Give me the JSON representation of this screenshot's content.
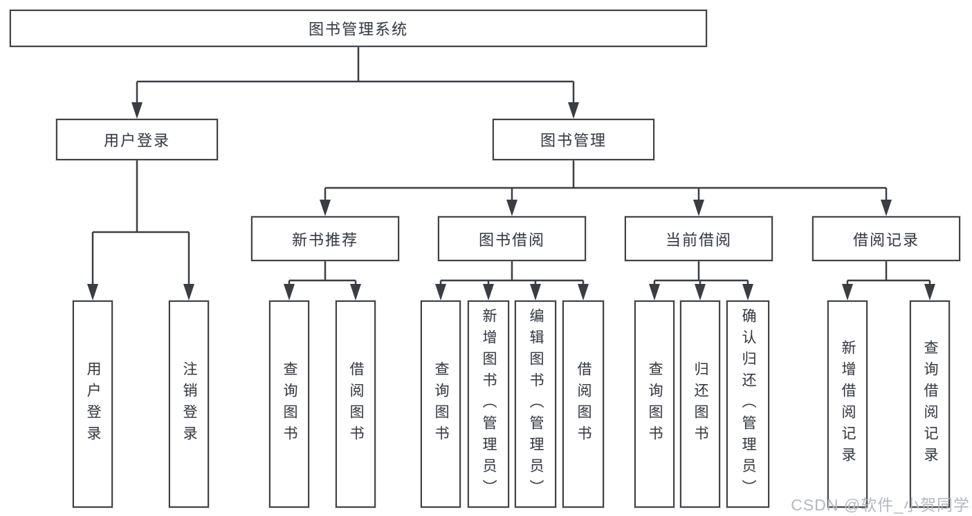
{
  "tree": {
    "label": "图书管理系统",
    "children": [
      {
        "label": "用户登录",
        "children": [
          {
            "label": "用户登录"
          },
          {
            "label": "注销登录"
          }
        ]
      },
      {
        "label": "图书管理",
        "children": [
          {
            "label": "新书推荐",
            "children": [
              {
                "label": "查询图书"
              },
              {
                "label": "借阅图书"
              }
            ]
          },
          {
            "label": "图书借阅",
            "children": [
              {
                "label": "查询图书"
              },
              {
                "label": "新增图书（管理员）"
              },
              {
                "label": "编辑图书（管理员）"
              },
              {
                "label": "借阅图书"
              }
            ]
          },
          {
            "label": "当前借阅",
            "children": [
              {
                "label": "查询图书"
              },
              {
                "label": "归还图书"
              },
              {
                "label": "确认归还（管理员）"
              }
            ]
          },
          {
            "label": "借阅记录",
            "children": [
              {
                "label": "新增借阅记录"
              },
              {
                "label": "查询借阅记录"
              }
            ]
          }
        ]
      }
    ]
  },
  "watermark": {
    "text": "CSDN @软件_小贺同学"
  },
  "colors": {
    "line": "#3a3d42",
    "box_border": "#404348",
    "text": "#383c42",
    "watermark": "#b4b8bd",
    "background": "#ffffff"
  }
}
